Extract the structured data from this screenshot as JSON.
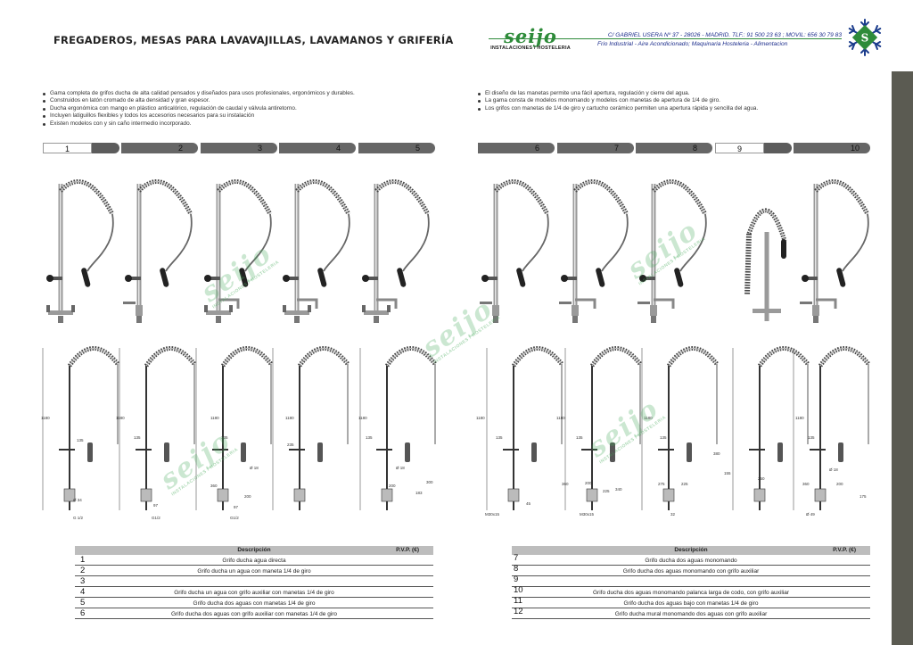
{
  "header": {
    "title": "FREGADEROS, MESAS PARA LAVAVAJILLAS, LAVAMANOS Y GRIFERÍA",
    "logo_word": "seijo",
    "logo_sub": "INSTALACIONES / HOSTELERIA",
    "contact_line1": "C/ GABRIEL USERA Nº 37 - 28026 - MADRID. TLF.: 91 500 23 63 ; MOVIL: 656 30 79 83",
    "contact_line2": "Frio Industrial - Aire Acondicionado; Maquinaria Hosteleria - Alimentacion"
  },
  "bullets_left": [
    "Gama completa de grifos ducha de alta calidad pensados y diseñados para usos profesionales, ergonómicos y durables.",
    "Construidos en latón cromado de alta densidad y gran espesor.",
    "Ducha ergonómica con mango en plástico anticalórico, regulación de caudal y válvula antiretorno.",
    "Incluyen latiguillos flexibles y todos los accesorios necesarios para su instalación",
    "Existen modelos con y sin caño intermedio incorporado."
  ],
  "bullets_right": [
    "El diseño de las manetas permite una fácil apertura, regulación y cierre del agua.",
    "La gama consta de modelos monomando y modelos con manetas de apertura de 1/4 de giro.",
    "Los grifos con manetas de 1/4 de giro y cartucho cerámico permiten una apertura rápida y sencilla del agua."
  ],
  "tabs": [
    {
      "num": "1",
      "style": "light"
    },
    {
      "num": "2",
      "style": "dark"
    },
    {
      "num": "3",
      "style": "dark"
    },
    {
      "num": "4",
      "style": "dark"
    },
    {
      "num": "5",
      "style": "dark"
    },
    {
      "num": "6",
      "style": "dark"
    },
    {
      "num": "7",
      "style": "dark"
    },
    {
      "num": "8",
      "style": "dark"
    },
    {
      "num": "9",
      "style": "light"
    },
    {
      "num": "10",
      "style": "dark"
    }
  ],
  "dimension_labels": [
    "1180",
    "135",
    "Ø 34",
    "G 1/2",
    "1180",
    "135",
    "97",
    "G1/2",
    "1180",
    "135",
    "Ø 18",
    "200",
    "360",
    "97",
    "G1/2",
    "1180",
    "235",
    "1180",
    "135",
    "Ø 18",
    "200",
    "183",
    "300",
    "1180",
    "135",
    "M30x15",
    "45",
    "1180",
    "135",
    "200",
    "360",
    "225",
    "340",
    "M30x15",
    "1180",
    "135",
    "275",
    "225",
    "32",
    "380",
    "155",
    "250",
    "1180",
    "135",
    "Ø 18",
    "200",
    "175",
    "360",
    "Ø 49"
  ],
  "watermark": {
    "word": "seijo",
    "sub": "INSTALACIONES / HOSTELERIA"
  },
  "table_left": {
    "col_desc": "Descripción",
    "col_pvp": "P.V.P. (€)",
    "rows": [
      {
        "idx": "1",
        "desc": "Grifo ducha agua directa"
      },
      {
        "idx": "2",
        "desc": "Grifo ducha un agua con maneta 1/4 de giro"
      },
      {
        "idx": "3",
        "desc": ""
      },
      {
        "idx": "4",
        "desc": "Grifo ducha un agua con grifo auxiliar con manetas 1/4 de giro"
      },
      {
        "idx": "5",
        "desc": "Grifo ducha dos aguas con manetas 1/4 de giro"
      },
      {
        "idx": "6",
        "desc": "Grifo ducha dos aguas con grifo auxiliar con manetas 1/4 de giro"
      }
    ]
  },
  "table_right": {
    "col_desc": "Descripción",
    "col_pvp": "P.V.P. (€)",
    "rows": [
      {
        "idx": "7",
        "desc": "Grifo ducha dos aguas monomando"
      },
      {
        "idx": "8",
        "desc": "Grifo ducha dos aguas monomando con grifo auxiliar"
      },
      {
        "idx": "9",
        "desc": ""
      },
      {
        "idx": "10",
        "desc": "Grifo ducha dos aguas monomando palanca larga de codo, con grifo auxiliar"
      },
      {
        "idx": "11",
        "desc": "Grifo ducha dos aguas bajo con manetas 1/4 de giro"
      },
      {
        "idx": "12",
        "desc": "Grifo ducha mural monomando dos aguas con grifo auxiliar"
      }
    ]
  }
}
